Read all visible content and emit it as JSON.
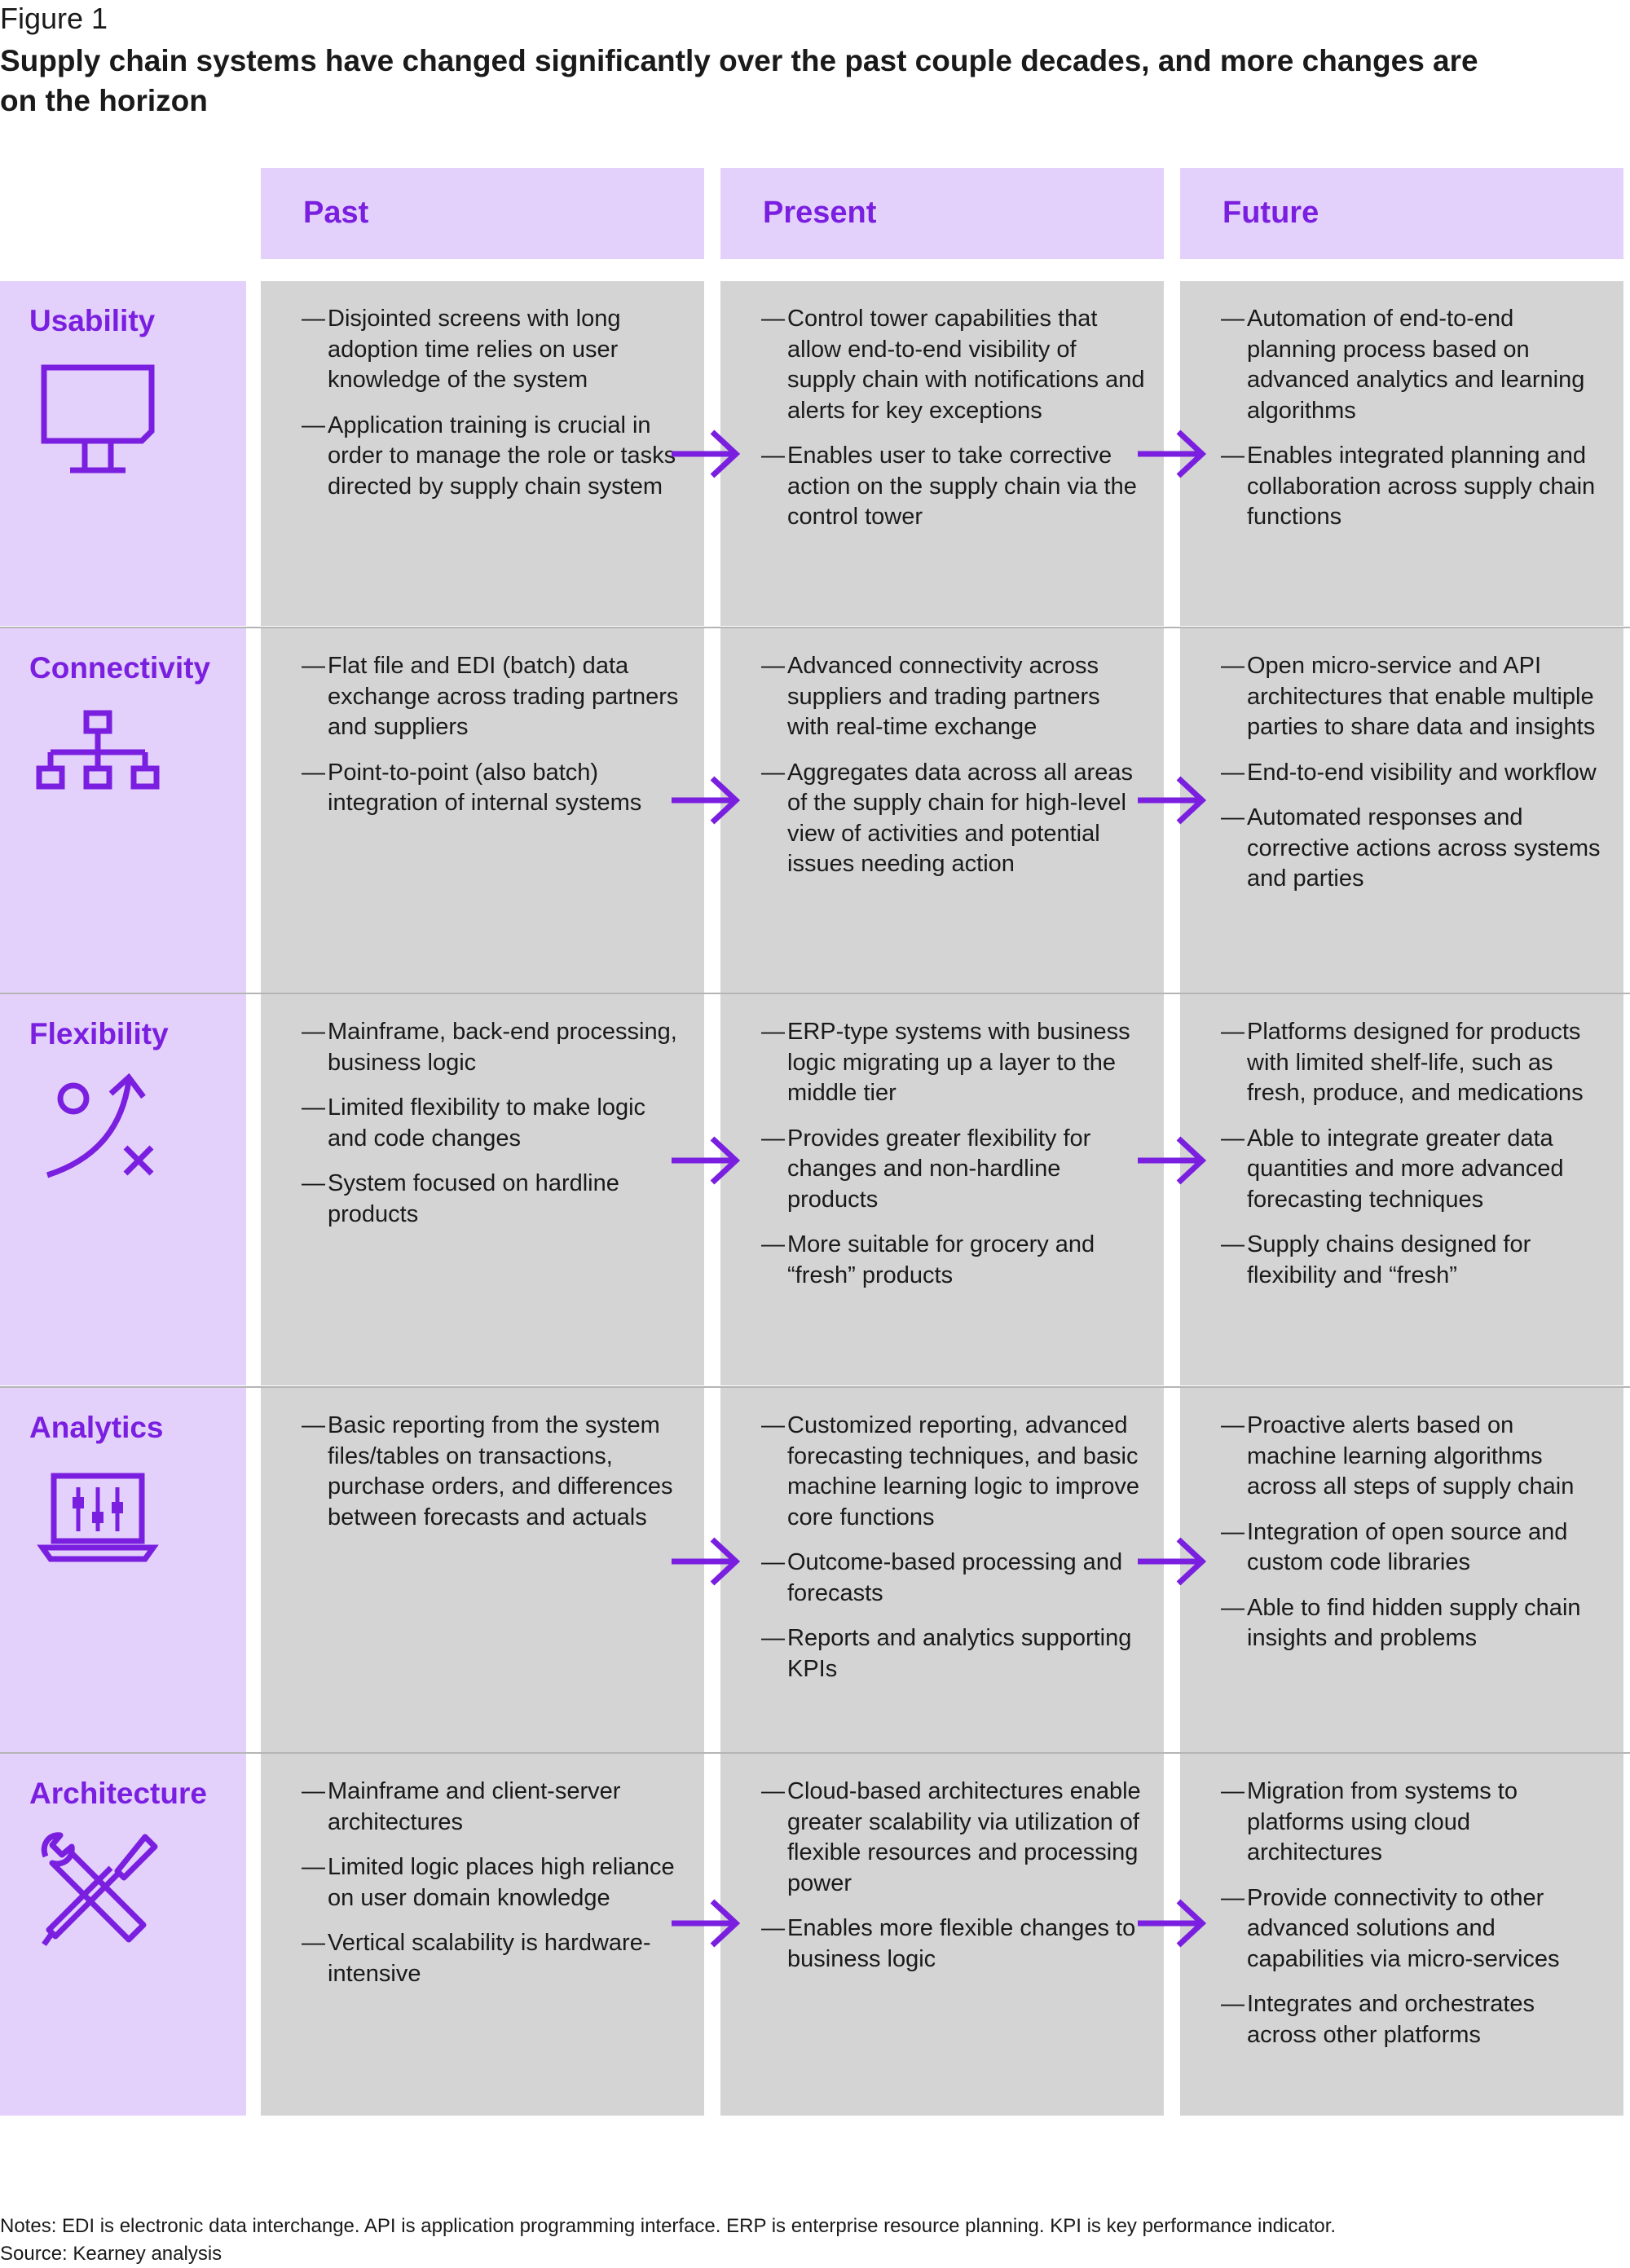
{
  "figure": {
    "label": "Figure 1",
    "title": "Supply chain systems have changed significantly over the past couple decades, and more changes are on the horizon"
  },
  "colors": {
    "accent": "#7a1fe0",
    "header_bg": "#e4d1fb",
    "cell_bg": "#d4d4d4"
  },
  "columns": [
    "Past",
    "Present",
    "Future"
  ],
  "rows": [
    {
      "name": "Usability",
      "icon": "monitor-icon",
      "past": [
        "Disjointed screens with long adoption time relies on user knowledge of the system",
        "Application training is crucial in order to manage the role or tasks directed by supply chain system"
      ],
      "present": [
        "Control tower capabilities that allow end-to-end visibility of supply chain with notifications and alerts for key exceptions",
        "Enables user to take corrective action on the supply chain via the control tower"
      ],
      "future": [
        "Automation of end-to-end planning process based on advanced analytics and learning algorithms",
        "Enables integrated planning and collaboration across supply chain functions"
      ]
    },
    {
      "name": "Connectivity",
      "icon": "network-hierarchy-icon",
      "past": [
        "Flat file and EDI (batch) data exchange across trading partners and suppliers",
        "Point-to-point (also batch) integration of internal systems"
      ],
      "present": [
        "Advanced connectivity across suppliers and trading partners with real-time exchange",
        "Aggregates data across all areas of the supply chain for high-level view of activities and potential issues needing action"
      ],
      "future": [
        "Open micro-service and API architectures that enable multiple parties to share data and insights",
        "End-to-end visibility and workflow",
        "Automated responses and corrective actions across systems and parties"
      ]
    },
    {
      "name": "Flexibility",
      "icon": "strategy-play-icon",
      "past": [
        "Mainframe, back-end processing, business logic",
        "Limited flexibility to make logic and code changes",
        "System focused on hardline products"
      ],
      "present": [
        "ERP-type systems with business logic migrating up a layer to the middle tier",
        "Provides greater flexibility for changes and non-hardline products",
        "More suitable for grocery and “fresh” products"
      ],
      "future": [
        "Platforms designed for products with limited shelf-life, such as fresh, produce, and medications",
        "Able to integrate greater data quantities and more advanced forecasting techniques",
        "Supply chains designed for flexibility and “fresh”"
      ]
    },
    {
      "name": "Analytics",
      "icon": "laptop-sliders-icon",
      "past": [
        "Basic reporting from the system files/tables on transactions, purchase orders, and differences between forecasts and actuals"
      ],
      "present": [
        "Customized reporting, advanced forecasting techniques, and basic machine learning logic to improve core functions",
        "Outcome-based processing and forecasts",
        "Reports and analytics supporting KPIs"
      ],
      "future": [
        "Proactive alerts based on machine learning algorithms across all steps of supply chain",
        "Integration of open source and custom code libraries",
        "Able to find hidden supply chain insights and problems"
      ]
    },
    {
      "name": "Architecture",
      "icon": "wrench-screwdriver-icon",
      "past": [
        "Mainframe and client-server architectures",
        "Limited logic places high reliance on user domain knowledge",
        "Vertical scalability is hardware-intensive"
      ],
      "present": [
        "Cloud-based architectures enable greater scalability via utilization of flexible resources and processing power",
        "Enables more flexible changes to business logic"
      ],
      "future": [
        "Migration from systems to platforms using cloud architectures",
        "Provide connectivity to other advanced solutions and capabilities via micro-services",
        "Integrates and orchestrates across other platforms"
      ]
    }
  ],
  "notes": "Notes: EDI is electronic data interchange. API is application programming interface. ERP is enterprise resource planning. KPI is key performance indicator.",
  "source": "Source: Kearney analysis"
}
